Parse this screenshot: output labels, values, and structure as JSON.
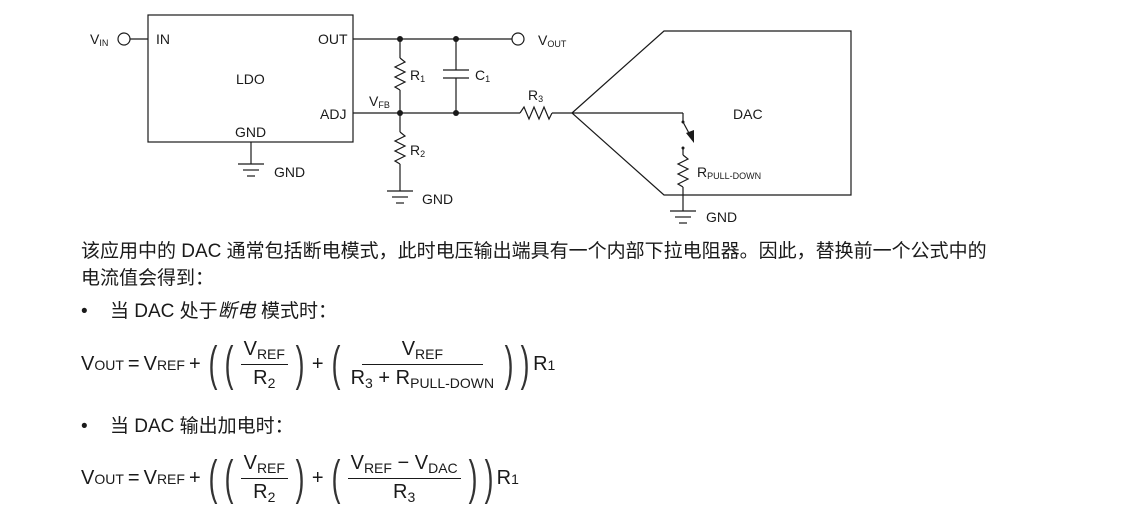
{
  "circuit": {
    "ldo": {
      "name": "LDO",
      "pin_in": "IN",
      "pin_out": "OUT",
      "pin_adj": "ADJ",
      "pin_gnd": "GND"
    },
    "vin": {
      "main": "V",
      "sub": "IN"
    },
    "vout": {
      "main": "V",
      "sub": "OUT"
    },
    "vfb": {
      "main": "V",
      "sub": "FB"
    },
    "r1": {
      "main": "R",
      "sub": "1"
    },
    "r2": {
      "main": "R",
      "sub": "2"
    },
    "r3": {
      "main": "R",
      "sub": "3"
    },
    "c1": {
      "main": "C",
      "sub": "1"
    },
    "dac": {
      "name": "DAC"
    },
    "rpd": {
      "main": "R",
      "sub": "PULL-DOWN"
    },
    "gnd_label": "GND"
  },
  "text": {
    "para_line1": "该应用中的 DAC 通常包括断电模式，此时电压输出端具有一个内部下拉电阻器。因此，替换前一个公式中的",
    "para_line2": "电流值会得到：",
    "bullet_marker": "•",
    "bullet1_pre": "当 DAC 处于",
    "bullet1_em": "断电",
    "bullet1_post": " 模式时：",
    "bullet2": "当 DAC 输出加电时："
  },
  "eq": {
    "V": "V",
    "R": "R",
    "OUT": "OUT",
    "REF": "REF",
    "DAC": "DAC",
    "PD": "PULL-DOWN",
    "one": "1",
    "two": "2",
    "three": "3",
    "eq": "=",
    "plus": "+",
    "minus": "−",
    "lp": "(",
    "rp": ")"
  }
}
